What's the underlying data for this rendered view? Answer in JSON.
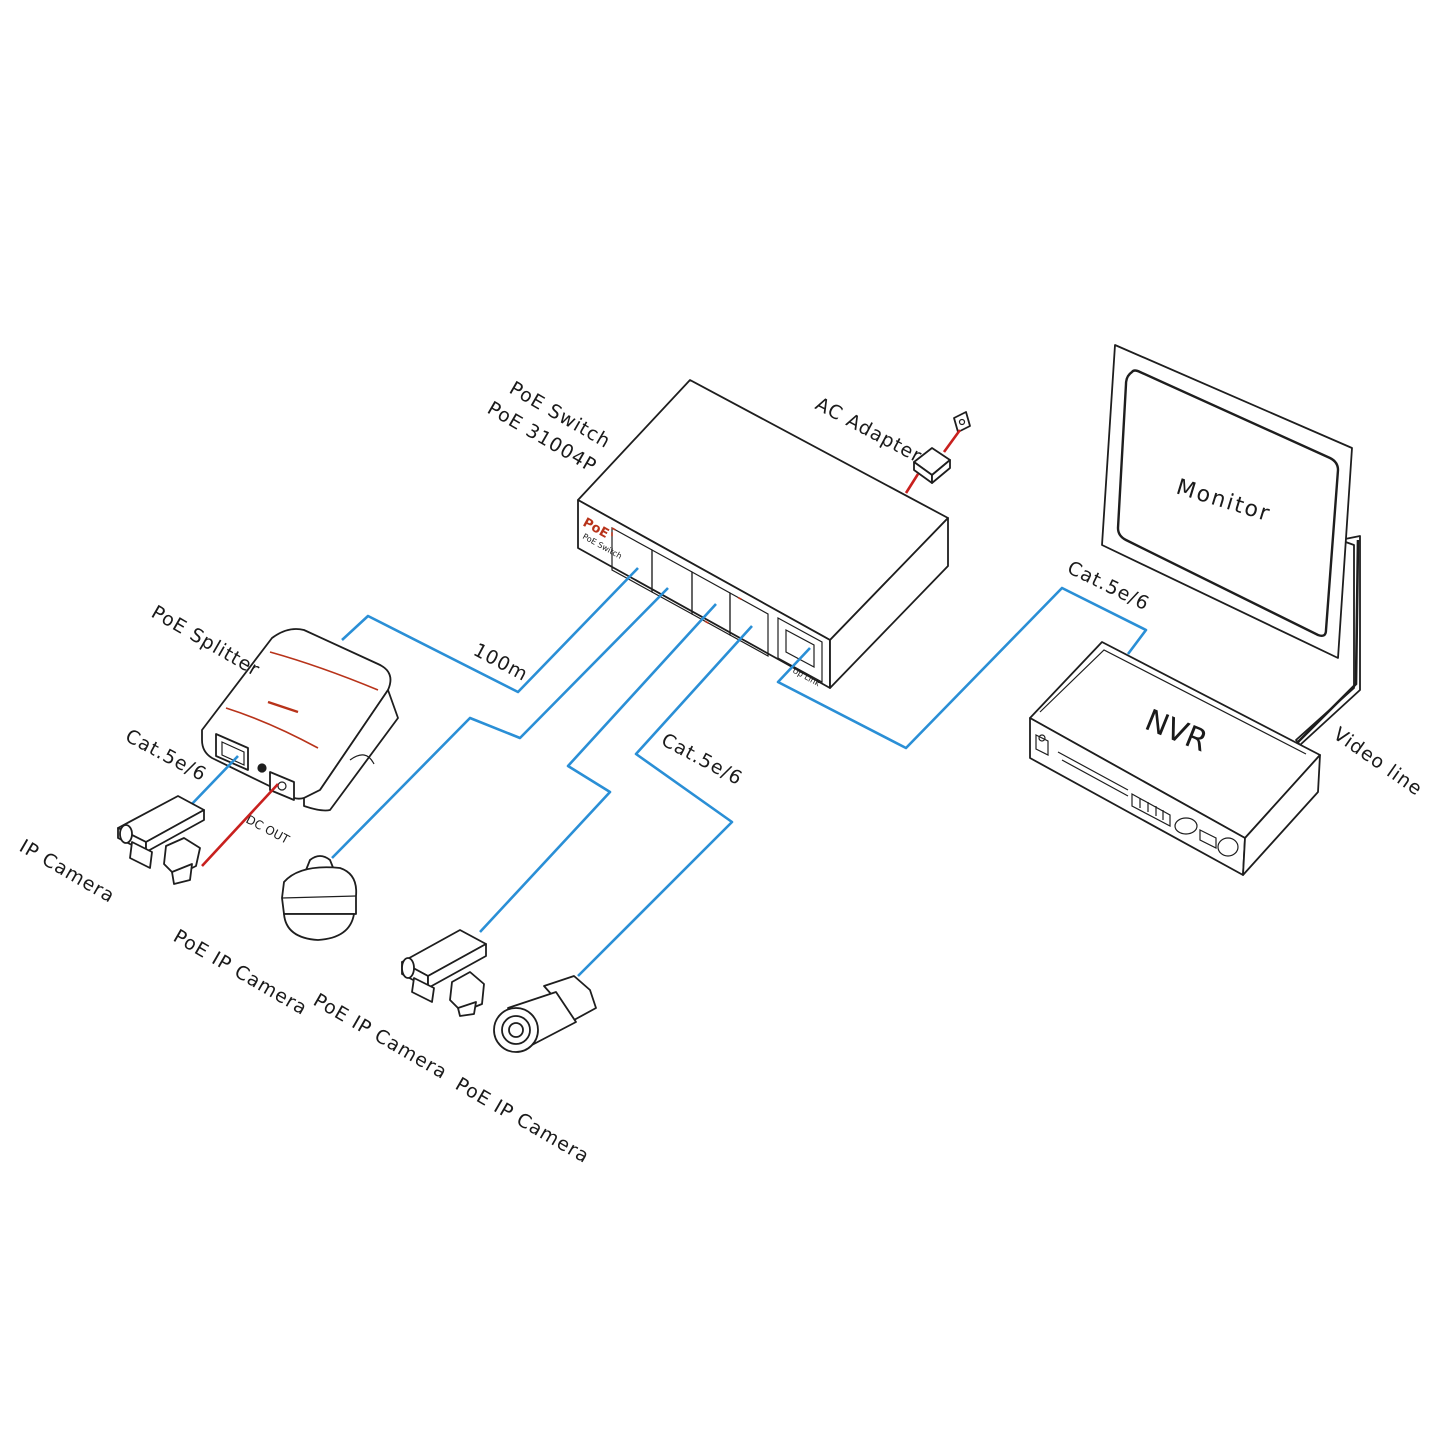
{
  "labels": {
    "poe_switch": "PoE  Switch",
    "poe_model": "PoE 31004P",
    "ac_adapter": "AC Adapter",
    "monitor": "Monitor",
    "nvr": "NVR",
    "video_line": "Video line",
    "poe_splitter": "PoE Splitter",
    "cable_distance": "100m",
    "cable_type_splitter": "Cat.5e/6",
    "cable_type_camera": "Cat.5e/6",
    "cable_type_nvr": "Cat.5e/6",
    "dc_out": "DC OUT",
    "ip_camera": "IP Camera",
    "poe_ip_camera_1": "PoE IP Camera",
    "poe_ip_camera_2": "PoE IP Camera",
    "poe_ip_camera_3": "PoE IP Camera",
    "switch_logo": "PoE",
    "switch_logo_sub": "PoE Switch",
    "uplink_port": "Up Link"
  },
  "colors": {
    "network_cable": "#2a8fd6",
    "power_cable": "#c8201e",
    "outline": "#1e1e1e",
    "brand_accent": "#b8331a"
  }
}
